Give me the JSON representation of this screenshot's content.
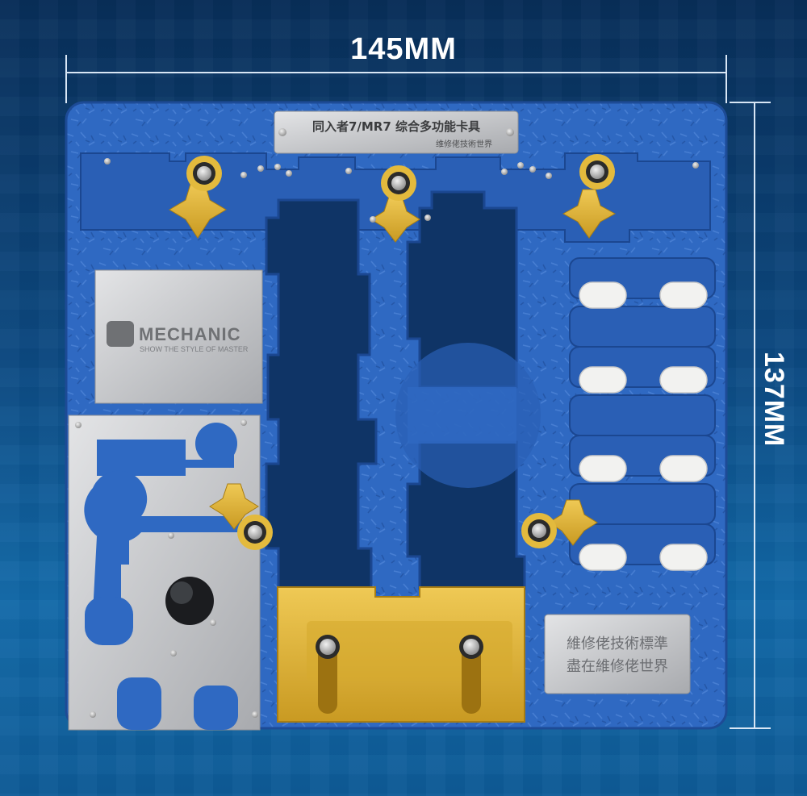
{
  "dimensions": {
    "width_label": "145MM",
    "height_label": "137MM"
  },
  "nameplate": {
    "title": "同入者7/MR7 综合多功能卡具",
    "subtitle": "维修佬技術世界"
  },
  "logo_plate": {
    "brand": "MECHANIC",
    "tagline": "SHOW THE STYLE OF MASTER"
  },
  "engraved_plate": {
    "line1": "維修佬技術標準",
    "line2": "盡在維修佬世界"
  },
  "colors": {
    "board_blue": "#2f69c2",
    "board_dark": "#1f4f9c",
    "brass": "#e3ba3d",
    "steel": "#c9cacc"
  }
}
